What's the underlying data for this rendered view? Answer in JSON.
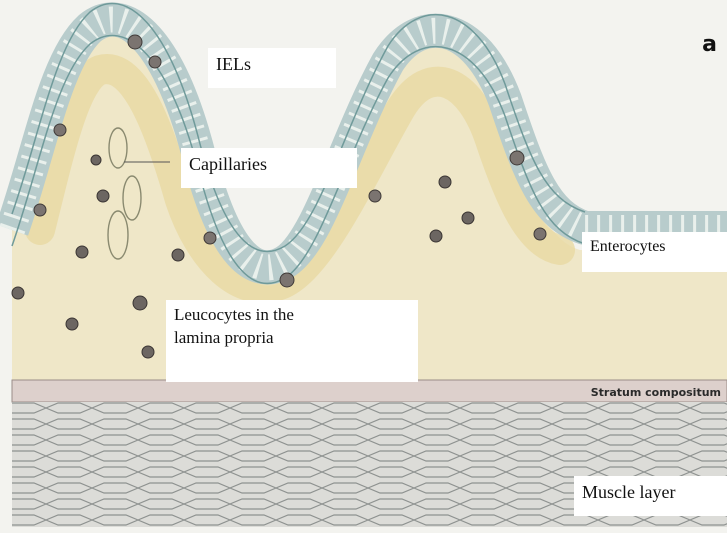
{
  "panel_letter": "a",
  "band_label": "Stratum compositum",
  "labels": {
    "iels": "IELs",
    "capillaries": "Capillaries",
    "enterocytes": "Enterocytes",
    "leucocytes": "Leucocytes in the\nlamina propria",
    "muscle": "Muscle layer"
  }
}
